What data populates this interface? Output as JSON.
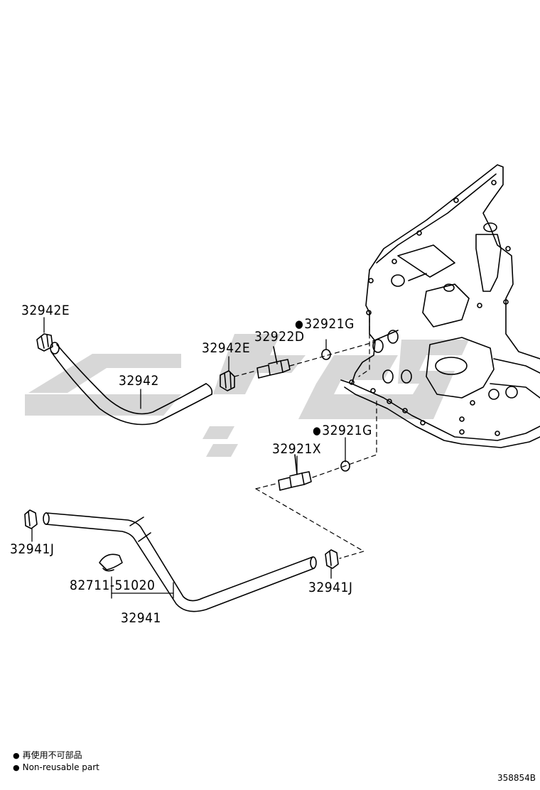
{
  "labels": {
    "p32942E_top": "32942E",
    "p32942": "32942",
    "p32942E_mid": "32942E",
    "p32922D": "32922D",
    "p32921G_top": "32921G",
    "p32921G_mid": "32921G",
    "p32921X": "32921X",
    "p32941J_left": "32941J",
    "p82711": "82711-51020",
    "p32941": "32941",
    "p32941J_right": "32941J"
  },
  "legend": {
    "line_jp": "再使用不可部品",
    "line_en": "Non-reusable part"
  },
  "illustration_id": "358854B"
}
